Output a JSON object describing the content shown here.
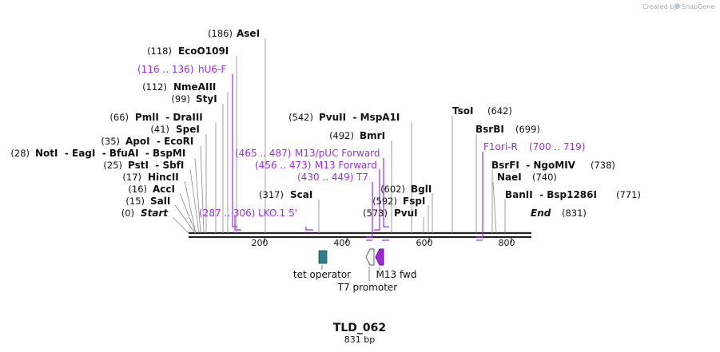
{
  "credit": {
    "prefix": "Created by",
    "brand": "SnapGene"
  },
  "map": {
    "name": "TLD_062",
    "length_label": "831 bp",
    "total_bp": 831
  },
  "ticks": [
    "200",
    "400",
    "600",
    "800"
  ],
  "sites": [
    {
      "pos": "(186)",
      "name": "AseI"
    },
    {
      "pos": "(118)",
      "name": "EcoO109I"
    },
    {
      "pos": "(112)",
      "name": "NmeAIII"
    },
    {
      "pos": "(99)",
      "name": "StyI"
    },
    {
      "pos": "(66)",
      "name": "PmlI  - DraIII"
    },
    {
      "pos": "(41)",
      "name": "SpeI"
    },
    {
      "pos": "(35)",
      "name": "ApoI  - EcoRI"
    },
    {
      "pos": "(28)",
      "name": "NotI  - EagI  - BfuAI  - BspMI"
    },
    {
      "pos": "(25)",
      "name": "PstI  - SbfI"
    },
    {
      "pos": "(17)",
      "name": "HincII"
    },
    {
      "pos": "(16)",
      "name": "AccI"
    },
    {
      "pos": "(15)",
      "name": "SalI"
    },
    {
      "pos": "(0)",
      "name": "Start"
    },
    {
      "pos": "(317)",
      "name": "ScaI"
    },
    {
      "pos": "(542)",
      "name": "PvuII  - MspA1I"
    },
    {
      "pos": "(492)",
      "name": "BmrI"
    },
    {
      "pos": "(602)",
      "name": "BglI"
    },
    {
      "pos": "(592)",
      "name": "FspI"
    },
    {
      "pos": "(573)",
      "name": "PvuI"
    },
    {
      "pos": "(642)",
      "name": "TsoI"
    },
    {
      "pos": "(699)",
      "name": "BsrBI"
    },
    {
      "pos": "(738)",
      "name": "BsrFI  - NgoMIV"
    },
    {
      "pos": "(740)",
      "name": "NaeI"
    },
    {
      "pos": "(771)",
      "name": "BanII  - Bsp1286I"
    },
    {
      "pos": "(831)",
      "name": "End"
    }
  ],
  "primers": [
    {
      "range": "(116 .. 136)",
      "name": "hU6-F"
    },
    {
      "range": "(465 .. 487)",
      "name": "M13/pUC Forward"
    },
    {
      "range": "(456 .. 473)",
      "name": "M13 Forward"
    },
    {
      "range": "(430 .. 449)",
      "name": "T7"
    },
    {
      "range": "(700 .. 719)",
      "name": "F1ori-R"
    },
    {
      "range": "(287 .. 306)",
      "name": "LKO.1 5'"
    }
  ],
  "features": [
    {
      "name": "tet operator",
      "color": "#2e7d8c"
    },
    {
      "name": "T7 promoter",
      "color": "#ffffff"
    },
    {
      "name": "M13 fwd",
      "color": "#a02bd6"
    }
  ],
  "colors": {
    "primer": "#9b30d9",
    "backbone": "#222222"
  }
}
